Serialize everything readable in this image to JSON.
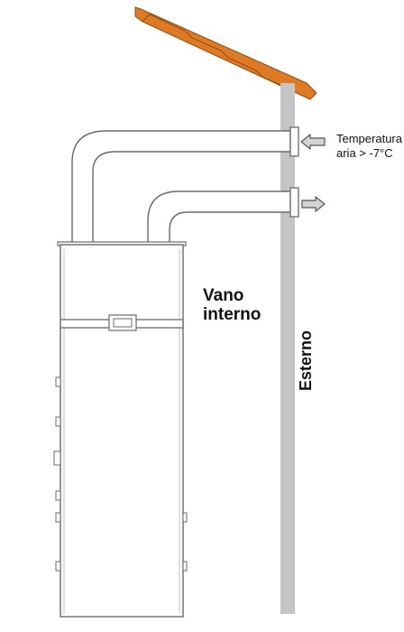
{
  "labels": {
    "indoor_line1": "Vano",
    "indoor_line2": "interno",
    "temperature_line1": "Temperatura",
    "temperature_line2": "aria > -7°C",
    "outdoor": "Esterno"
  },
  "colors": {
    "roof_tiles": "#e07a22",
    "wall": "#c4c4c4",
    "pipe_fill": "#ffffff",
    "outline": "#6a6a6a",
    "arrow_fill": "#d4d4d4"
  },
  "icons": {
    "air_in": "arrow-left-icon",
    "air_out": "arrow-right-icon"
  }
}
